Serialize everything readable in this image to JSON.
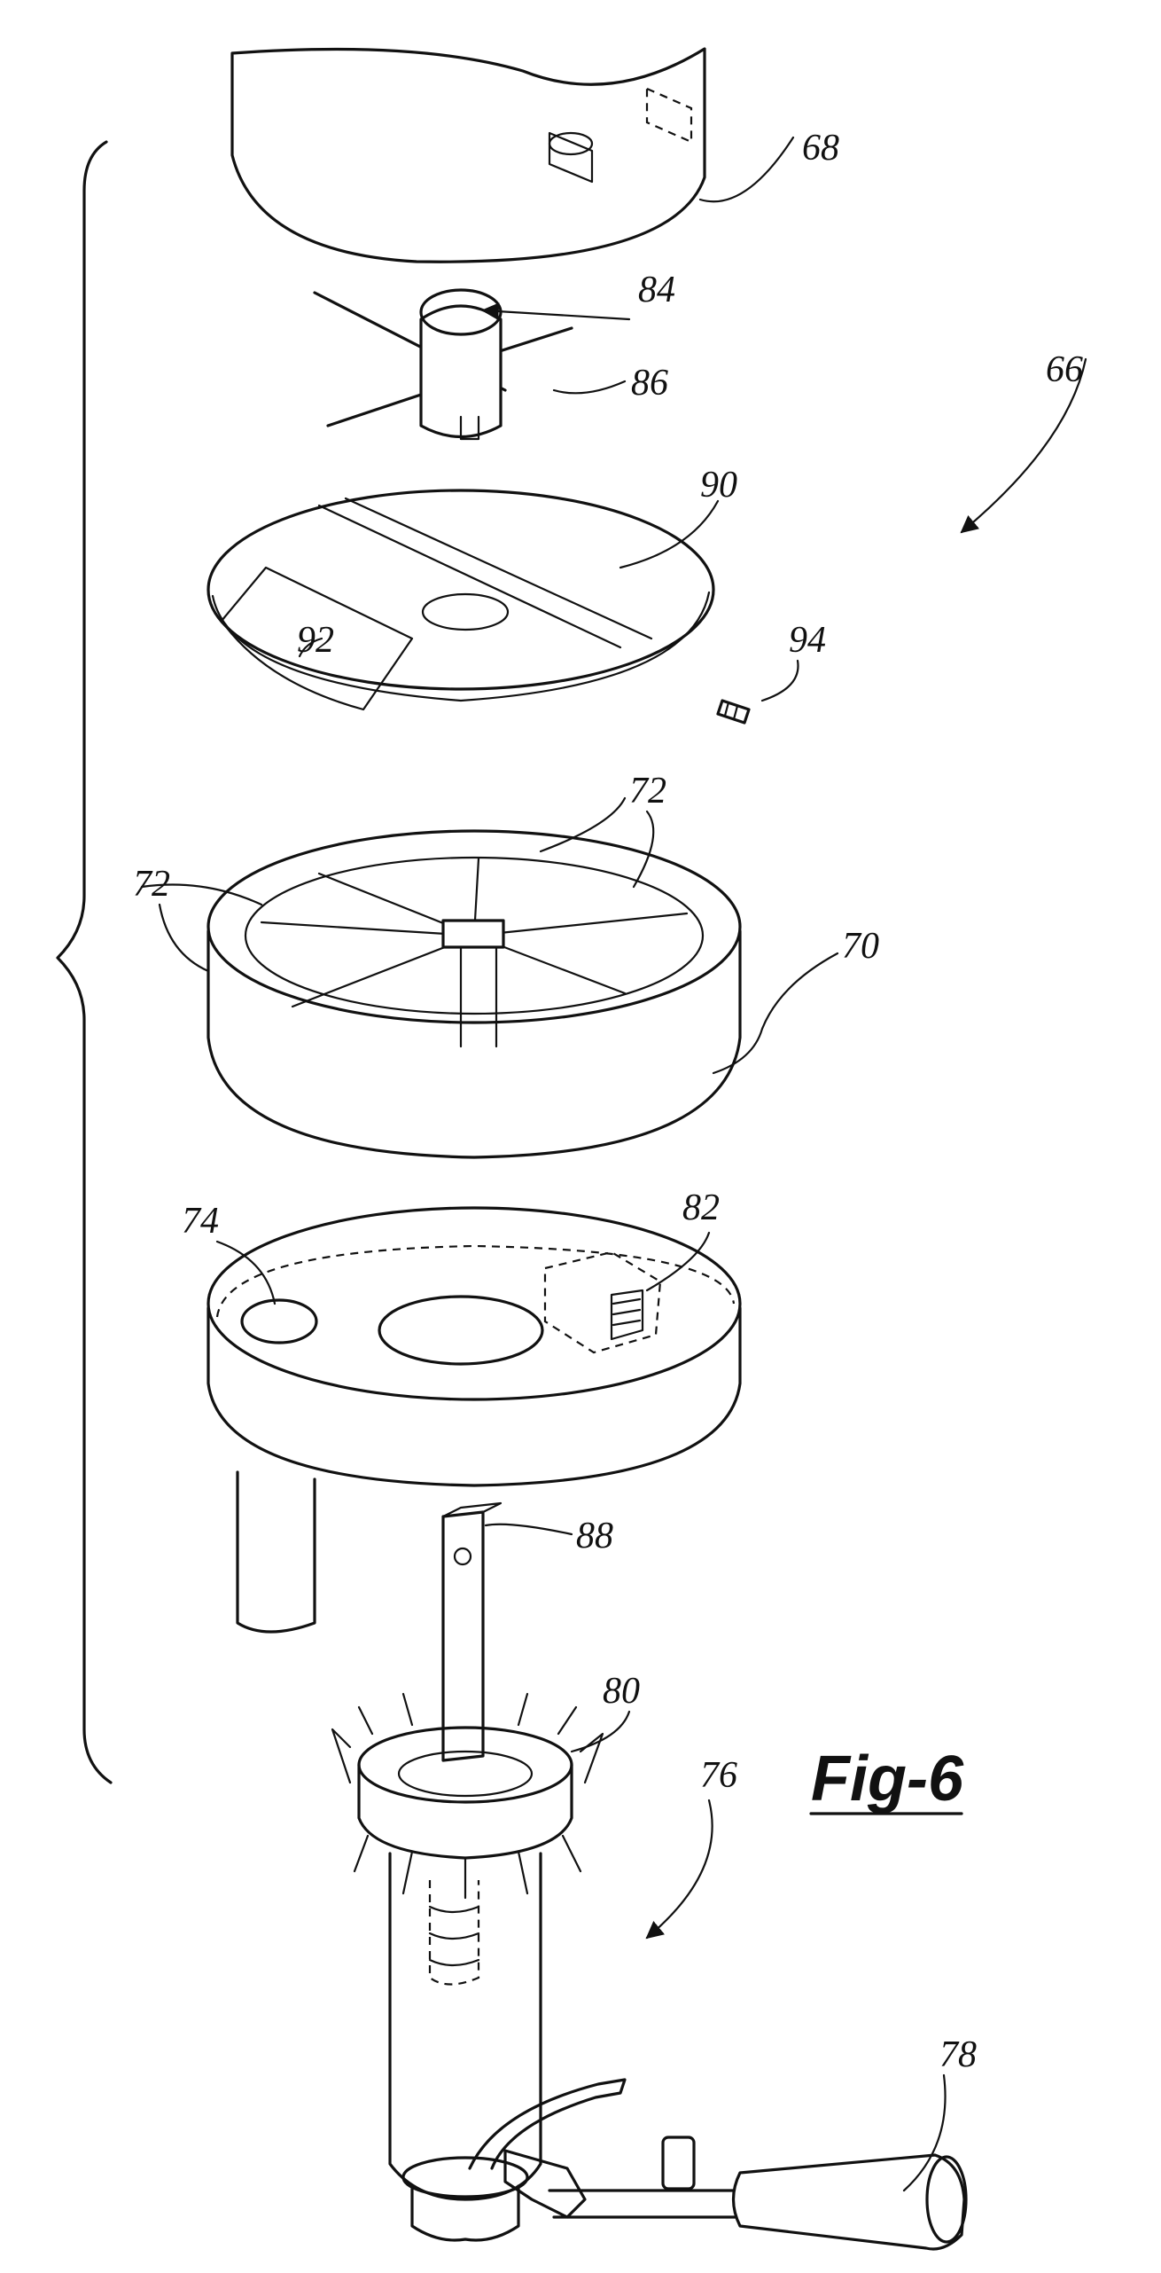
{
  "figure": {
    "title": "Fig-6"
  },
  "labels": {
    "l66": "66",
    "l68": "68",
    "l84": "84",
    "l86": "86",
    "l90": "90",
    "l92": "92",
    "l94": "94",
    "l72a": "72",
    "l72b": "72",
    "l70": "70",
    "l74": "74",
    "l82": "82",
    "l88": "88",
    "l80": "80",
    "l76": "76",
    "l78": "78"
  }
}
